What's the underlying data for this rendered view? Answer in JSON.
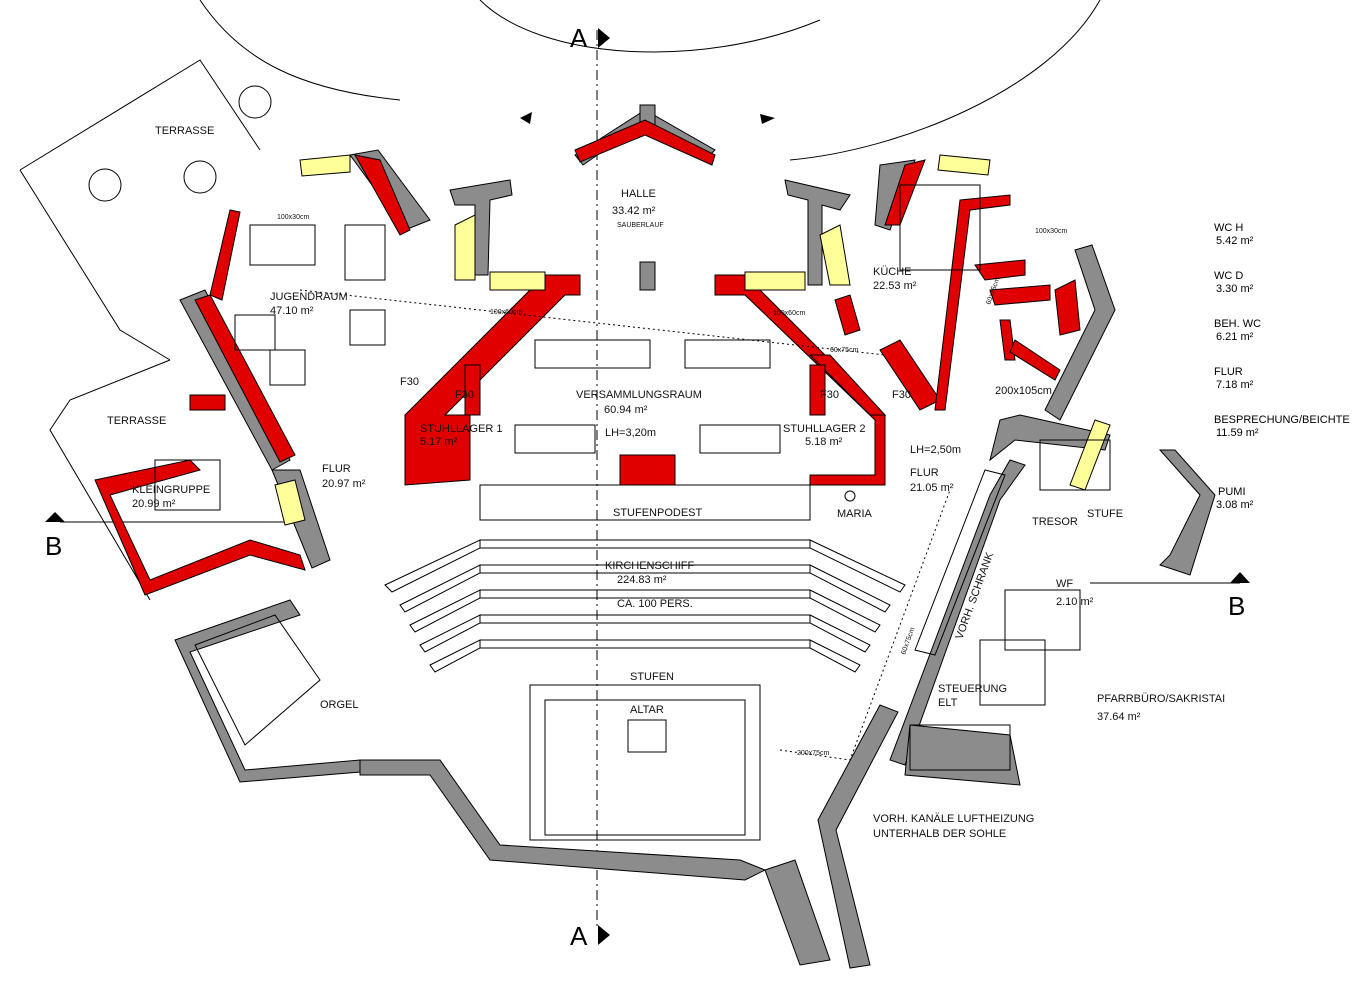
{
  "colors": {
    "new_wall": "#e00000",
    "existing_wall": "#8c8c8c",
    "window_glass": "#ffff99",
    "line": "#000000"
  },
  "section_marks": {
    "a_top": "A",
    "a_bottom": "A",
    "b_left": "B",
    "b_right": "B"
  },
  "rooms": {
    "halle": {
      "name": "HALLE",
      "area": "33.42 m²",
      "sub": "SAUBERLAUF"
    },
    "jugendraum": {
      "name": "JUGENDRAUM",
      "area": "47.10 m²"
    },
    "kueche": {
      "name": "KÜCHE",
      "area": "22.53 m²"
    },
    "versammlungsraum": {
      "name": "VERSAMMLUNGSRAUM",
      "area": "60.94 m²",
      "height": "LH=3,20m"
    },
    "stuhllager1": {
      "name": "STUHLLAGER 1",
      "area": "5.17 m²"
    },
    "stuhllager2": {
      "name": "STUHLLAGER 2",
      "area": "5.18 m²"
    },
    "flur_left": {
      "name": "FLUR",
      "area": "20.97 m²"
    },
    "flur_right": {
      "name": "FLUR",
      "area": "21.05 m²",
      "height": "LH=2,50m"
    },
    "kleingruppe": {
      "name": "KLEINGRUPPE",
      "area": "20.99 m²"
    },
    "kirchenschiff": {
      "name": "KIRCHENSCHIFF",
      "area": "224.83 m²",
      "capacity": "CA. 100 PERS."
    },
    "wf": {
      "name": "WF",
      "area": "2.10 m²"
    },
    "pfarrbuero": {
      "name": "PFARRBÜRO/SAKRISTAI",
      "area": "37.64 m²"
    }
  },
  "labels": {
    "terrasse_top": "TERRASSE",
    "terrasse_left": "TERRASSE",
    "stufenpodest": "STUFENPODEST",
    "stufen": "STUFEN",
    "altar": "ALTAR",
    "orgel": "ORGEL",
    "maria": "MARIA",
    "tresor": "TRESOR",
    "stufe": "STUFE",
    "vorh_schrank": "VORH. SCHRANK",
    "steuerung": "STEUERUNG",
    "elt": "ELT",
    "kanaele_1": "VORH. KANÄLE LUFTHEIZUNG",
    "kanaele_2": "UNTERHALB DER SOHLE",
    "f30_a": "F30",
    "f30_b": "F30",
    "f30_c": "F30",
    "f30_d": "F30",
    "dim_100x30_l": "100x30cm",
    "dim_100x30_r": "100x30cm",
    "dim_100x60_l": "100x60cm",
    "dim_100x60_r": "100x60cm",
    "dim_60x75": "60x75cm",
    "dim_200x105": "200x105cm",
    "dim_200x75": "200x75cm",
    "dim_60x75b": "60x75cm",
    "dim_60x75c": "60x75cm"
  },
  "legend": [
    {
      "name": "WC H",
      "area": "5.42 m²"
    },
    {
      "name": "WC D",
      "area": "3.30 m²"
    },
    {
      "name": "BEH. WC",
      "area": "6.21 m²"
    },
    {
      "name": "FLUR",
      "area": "7.18 m²"
    },
    {
      "name": "BESPRECHUNG/BEICHTE",
      "area": "11.59 m²"
    },
    {
      "name": "PUMI",
      "area": "3.08 m²"
    }
  ]
}
